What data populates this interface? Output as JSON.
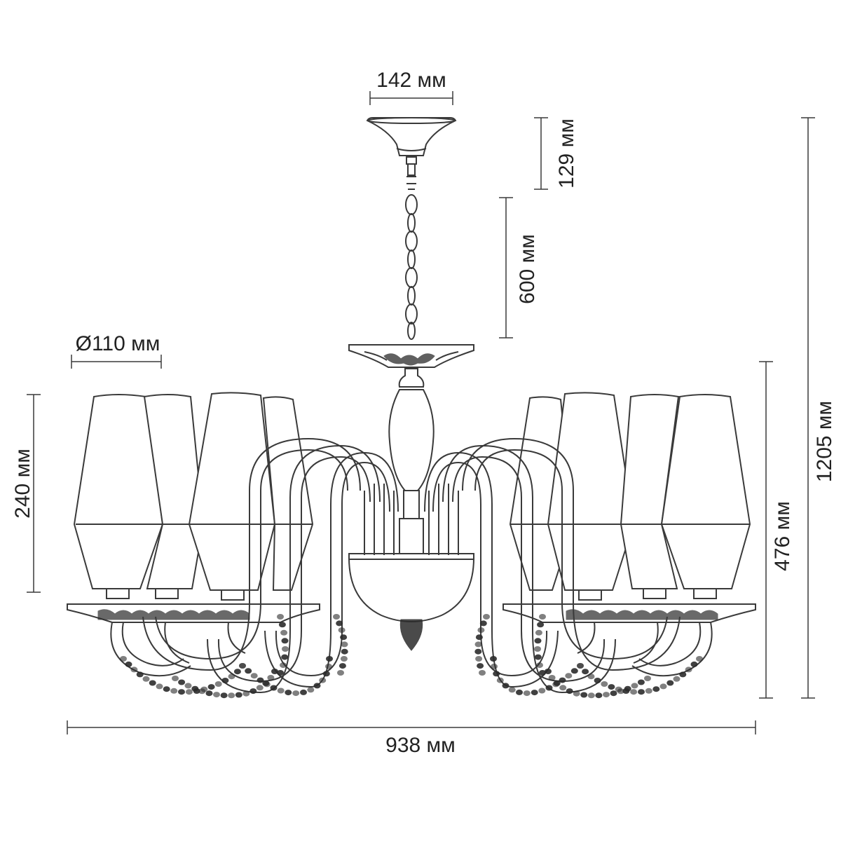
{
  "dimensions": {
    "top_width": "142 мм",
    "canopy_height": "129 мм",
    "chain_length": "600 мм",
    "shade_diameter": "Ø110 мм",
    "shade_height": "240 мм",
    "body_height": "476 мм",
    "total_height": "1205 мм",
    "total_width": "938 мм"
  },
  "colors": {
    "line": "#3a3a3a",
    "background": "#ffffff",
    "ornament": "#2b2b2b"
  }
}
